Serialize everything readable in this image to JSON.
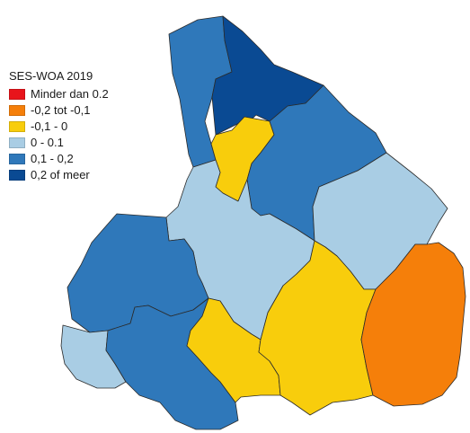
{
  "legend": {
    "title": "SES-WOA 2019",
    "items": [
      {
        "label": "Minder dan 0.2",
        "color": "#e8141b"
      },
      {
        "label": "-0,2 tot -0,1",
        "color": "#f57f0a"
      },
      {
        "label": "-0,1 - 0",
        "color": "#f8cd0c"
      },
      {
        "label": "0 - 0.1",
        "color": "#a9cde4"
      },
      {
        "label": "0,1 - 0,2",
        "color": "#2f78ba"
      },
      {
        "label": "0,2 of meer",
        "color": "#0a4a93"
      }
    ]
  },
  "map": {
    "regions": [
      {
        "name": "region-northwest",
        "class": 4
      },
      {
        "name": "region-north",
        "class": 5
      },
      {
        "name": "region-north-center",
        "class": 2
      },
      {
        "name": "region-northeast",
        "class": 4
      },
      {
        "name": "region-east",
        "class": 3
      },
      {
        "name": "region-center",
        "class": 3
      },
      {
        "name": "region-west",
        "class": 4
      },
      {
        "name": "region-west-small",
        "class": 3
      },
      {
        "name": "region-southwest",
        "class": 4
      },
      {
        "name": "region-south-center",
        "class": 2
      },
      {
        "name": "region-south",
        "class": 2
      },
      {
        "name": "region-southeast",
        "class": 1
      }
    ]
  }
}
